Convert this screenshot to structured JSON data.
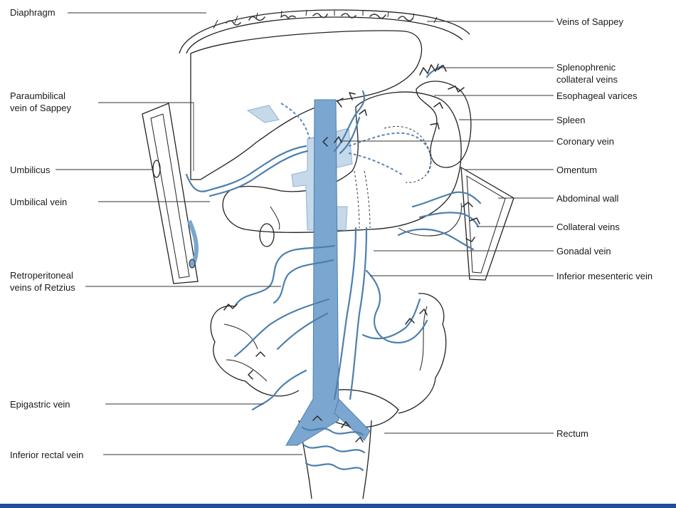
{
  "labels": {
    "diaphragm": "Diaphragm",
    "paraumbilical_1": "Paraumbilical",
    "paraumbilical_2": "vein of Sappey",
    "umbilicus": "Umbilicus",
    "umbilical_vein": "Umbilical vein",
    "retroperitoneal_1": "Retroperitoneal",
    "retroperitoneal_2": "veins of Retzius",
    "epigastric_vein": "Epigastric vein",
    "inferior_rectal_vein": "Inferior rectal vein",
    "veins_of_sappey": "Veins of Sappey",
    "splenophrenic_1": "Splenophrenic",
    "splenophrenic_2": "collateral veins",
    "esophageal_varices": "Esophageal varices",
    "spleen": "Spleen",
    "coronary_vein": "Coronary vein",
    "omentum": "Omentum",
    "abdominal_wall": "Abdominal wall",
    "collateral_veins": "Collateral veins",
    "gonadal_vein": "Gonadal vein",
    "inferior_mesenteric_vein": "Inferior mesenteric vein",
    "rectum": "Rectum"
  },
  "colors": {
    "vein_blue": "#7ba6cf",
    "vein_dark": "#4d7fae",
    "portal_light": "#c5d9ea",
    "ink": "#222222",
    "bottom_bar": "#1f4e9a"
  }
}
